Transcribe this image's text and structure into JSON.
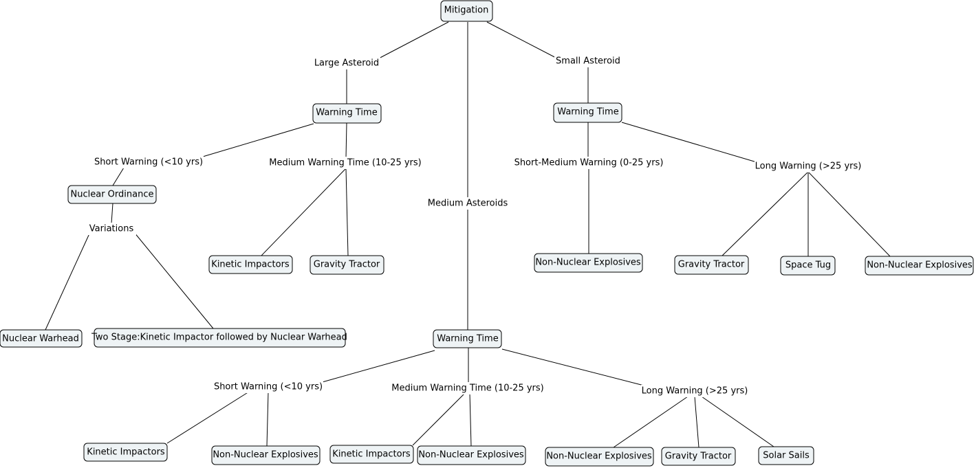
{
  "nodes": {
    "mitigation": "Mitigation",
    "lg_warning": "Warning Time",
    "sm_warning": "Warning Time",
    "md_warning": "Warning Time",
    "nuclear_ordinance": "Nuclear Ordinance",
    "nuclear_warhead": "Nuclear Warhead",
    "two_stage": "Two Stage:Kinetic Impactor followed by Nuclear Warhead",
    "lg_kinetic": "Kinetic Impactors",
    "lg_gravity": "Gravity Tractor",
    "sm_nonnuc": "Non-Nuclear Explosives",
    "sm_gravity": "Gravity Tractor",
    "sm_tug": "Space Tug",
    "sm_nonnuc2": "Non-Nuclear Explosives",
    "md_s_kinetic": "Kinetic Impactors",
    "md_s_nonnuc": "Non-Nuclear Explosives",
    "md_m_kinetic": "Kinetic Impactors",
    "md_m_nonnuc": "Non-Nuclear Explosives",
    "md_l_nonnuc": "Non-Nuclear Explosives",
    "md_l_gravity": "Gravity Tractor",
    "md_l_solar": "Solar Sails"
  },
  "labels": {
    "large_asteroid": "Large Asteroid",
    "small_asteroid": "Small Asteroid",
    "medium_asteroids": "Medium Asteroids",
    "lg_short": "Short Warning (<10 yrs)",
    "lg_medium": "Medium Warning Time (10-25 yrs)",
    "variations": "Variations",
    "sm_short_medium": "Short-Medium Warning (0-25 yrs)",
    "sm_long": "Long Warning (>25 yrs)",
    "md_short": "Short Warning (<10 yrs)",
    "md_medium": "Medium Warning Time (10-25 yrs)",
    "md_long": "Long Warning (>25 yrs)"
  }
}
